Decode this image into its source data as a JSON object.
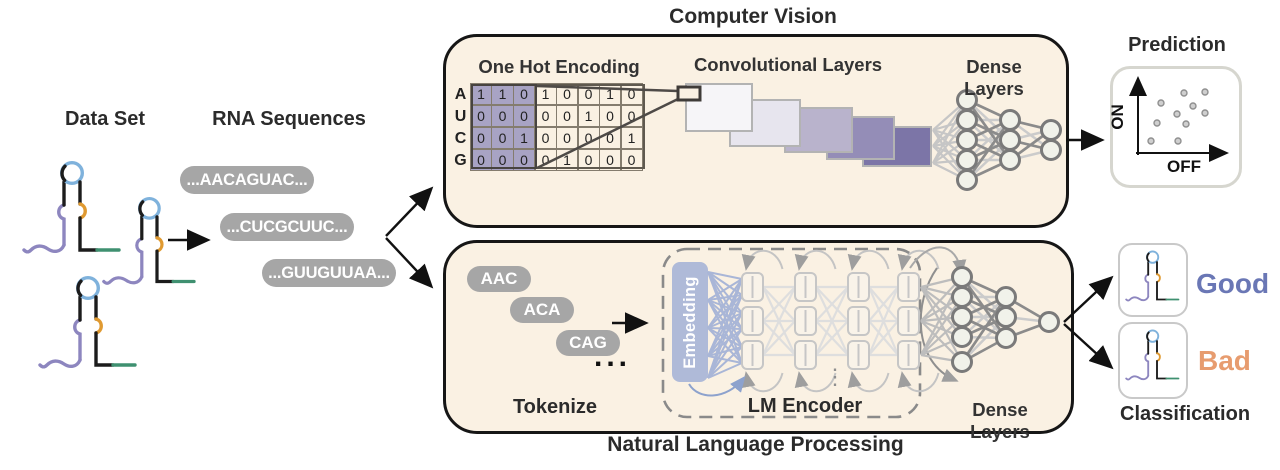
{
  "left_panel": {
    "dataset_title": "Data Set",
    "rna_title": "RNA Sequences",
    "sequences": [
      "...AACAGUAC...",
      "...CUCGCUUC...",
      "...GUUGUUAA..."
    ]
  },
  "cv_section": {
    "title": "Computer Vision",
    "one_hot": {
      "title": "One Hot Encoding",
      "row_labels": [
        "A",
        "U",
        "C",
        "G"
      ],
      "matrix": [
        [
          1,
          1,
          0,
          1,
          0,
          0,
          1,
          0
        ],
        [
          0,
          0,
          0,
          0,
          0,
          1,
          0,
          0
        ],
        [
          0,
          0,
          1,
          0,
          0,
          0,
          0,
          1
        ],
        [
          0,
          0,
          0,
          0,
          1,
          0,
          0,
          0
        ]
      ],
      "highlight_cols": 3
    },
    "conv_title": "Convolutional Layers",
    "dense_title": "Dense Layers",
    "prediction": {
      "title": "Prediction",
      "y_label": "ON",
      "x_label": "OFF",
      "points": [
        [
          1184,
          93
        ],
        [
          1205,
          92
        ],
        [
          1161,
          103
        ],
        [
          1193,
          106
        ],
        [
          1205,
          113
        ],
        [
          1177,
          114
        ],
        [
          1186,
          124
        ],
        [
          1157,
          123
        ],
        [
          1151,
          141
        ],
        [
          1178,
          141
        ]
      ]
    }
  },
  "nlp_section": {
    "title": "Natural Language Processing",
    "tokens": [
      "AAC",
      "ACA",
      "CAG"
    ],
    "ellipsis": "...",
    "tokenize_label": "Tokenize",
    "embedding_label": "Embedding",
    "lm_encoder_label": "LM Encoder",
    "vertical_ellipsis": "⋮",
    "dense_title": "Dense Layers"
  },
  "classification": {
    "title": "Classification",
    "good_label": "Good",
    "bad_label": "Bad"
  },
  "colors": {
    "cream_panel": "#faf1e3",
    "pill_gray": "#a6a6a6",
    "matrix_highlight": "#a8a3c4",
    "embedding_blue": "#afbad8",
    "good_blue": "#6a77b5",
    "bad_orange": "#e79c6f",
    "conv_layers": [
      "#f6f5f8",
      "#e7e5ee",
      "#b9b3cc",
      "#948db7",
      "#7c75a7"
    ],
    "encoder_block_fill": "#f9f3e9",
    "rna_purple": "#8d86bf",
    "rna_blue": "#7fb2dc",
    "rna_orange": "#e09a31",
    "rna_green": "#3f9070",
    "scatter_dot": "#cfcfcf"
  }
}
